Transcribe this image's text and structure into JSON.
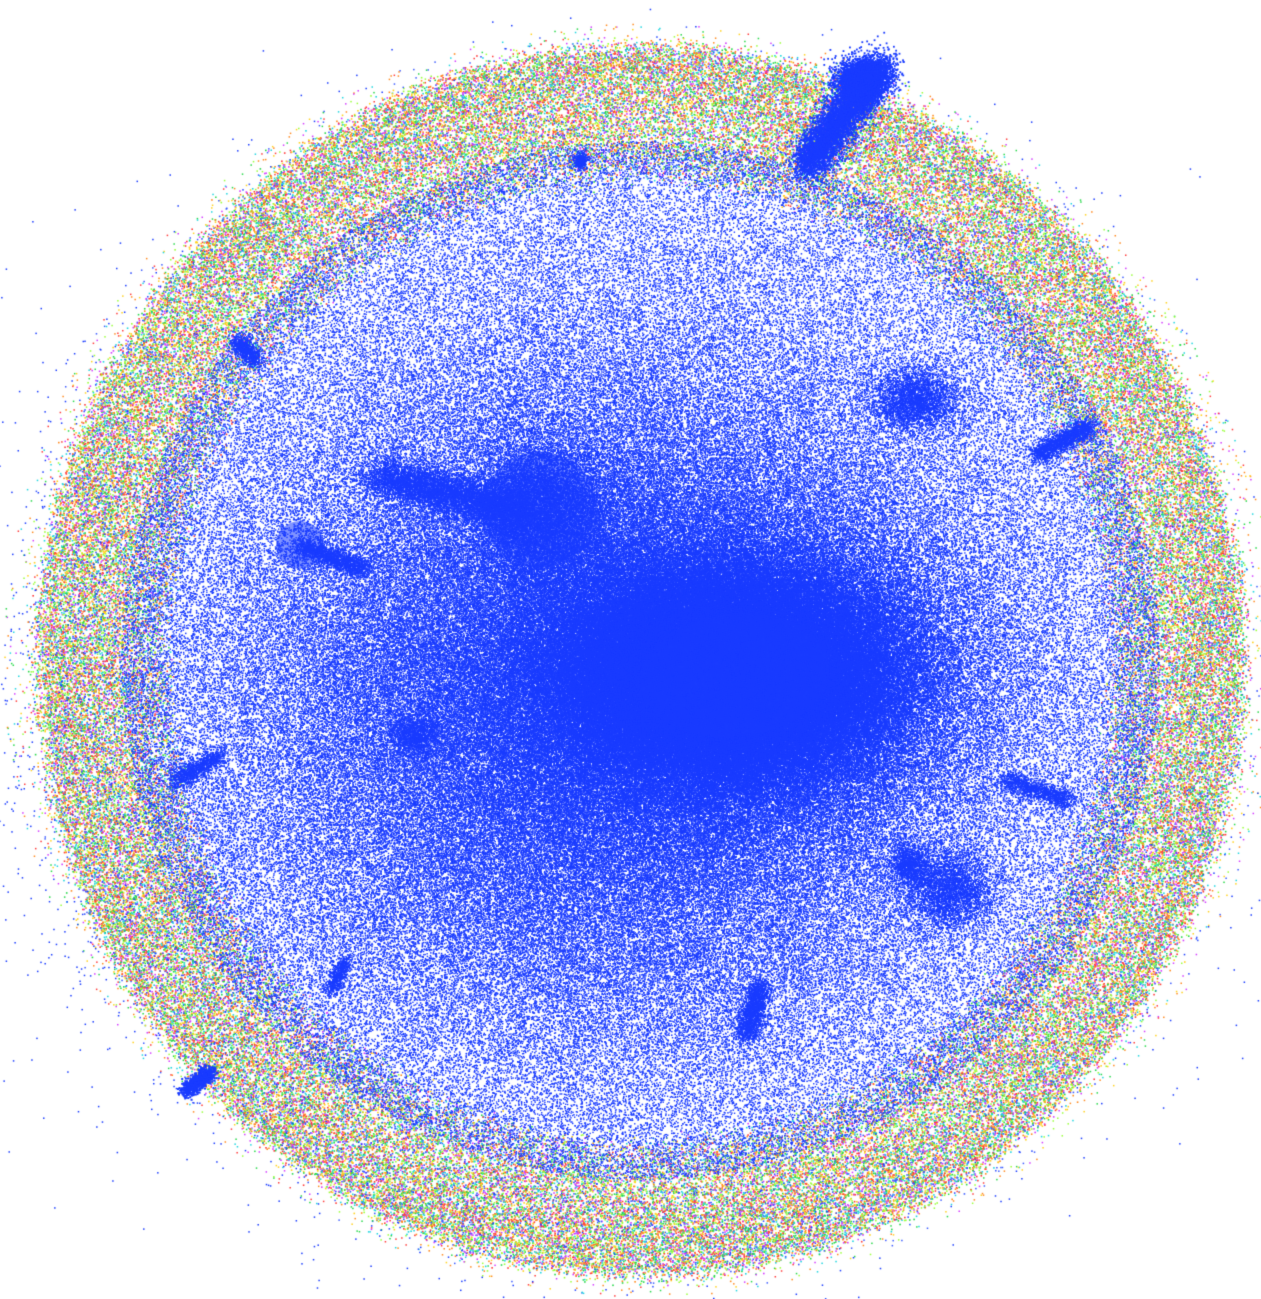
{
  "network": {
    "type": "force-directed-network",
    "background_color": "#ffffff",
    "core_color": "#1a3cff",
    "periphery_colors": [
      "#ff3b3b",
      "#27d94a",
      "#3b5bff",
      "#d43bff",
      "#ffd21f",
      "#1fd6e0",
      "#ff8a1f",
      "#9aff3b"
    ],
    "clusters": [
      {
        "name": "central-dense-cluster"
      },
      {
        "name": "secondary-round-cluster"
      },
      {
        "name": "left-round-cluster"
      },
      {
        "name": "top-right-spike-cluster"
      },
      {
        "name": "right-small-cluster"
      },
      {
        "name": "right-edge-cluster"
      },
      {
        "name": "lower-right-cluster"
      },
      {
        "name": "lower-left-tendril"
      },
      {
        "name": "bottom-tendril"
      }
    ]
  }
}
